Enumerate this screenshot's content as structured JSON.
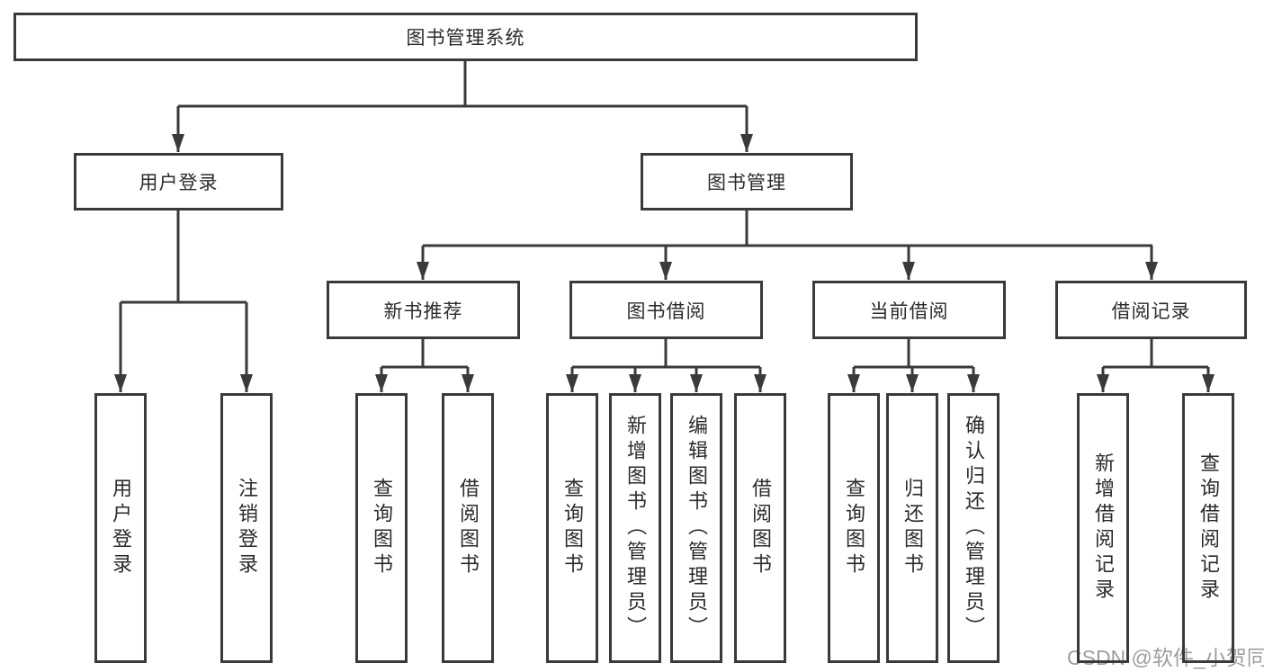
{
  "tree": {
    "root": {
      "label": "图书管理系统"
    },
    "branches": [
      {
        "label": "用户登录",
        "children": [
          {
            "label": "用户登录"
          },
          {
            "label": "注销登录"
          }
        ]
      },
      {
        "label": "图书管理",
        "children": [
          {
            "label": "新书推荐",
            "children": [
              {
                "label": "查询图书"
              },
              {
                "label": "借阅图书"
              }
            ]
          },
          {
            "label": "图书借阅",
            "children": [
              {
                "label": "查询图书"
              },
              {
                "label": "新增图书（管理员）"
              },
              {
                "label": "编辑图书（管理员）"
              },
              {
                "label": "借阅图书"
              }
            ]
          },
          {
            "label": "当前借阅",
            "children": [
              {
                "label": "查询图书"
              },
              {
                "label": "归还图书"
              },
              {
                "label": "确认归还（管理员）"
              }
            ]
          },
          {
            "label": "借阅记录",
            "children": [
              {
                "label": "新增借阅记录"
              },
              {
                "label": "查询借阅记录"
              }
            ]
          }
        ]
      }
    ]
  },
  "watermark": {
    "text": "CSDN @软件_小贺同学"
  },
  "colors": {
    "line": "#3a3a3a",
    "border": "#3a3a3a",
    "text": "#2b2b2b",
    "watermark": "#9e9e9e",
    "bg": "#ffffff"
  }
}
